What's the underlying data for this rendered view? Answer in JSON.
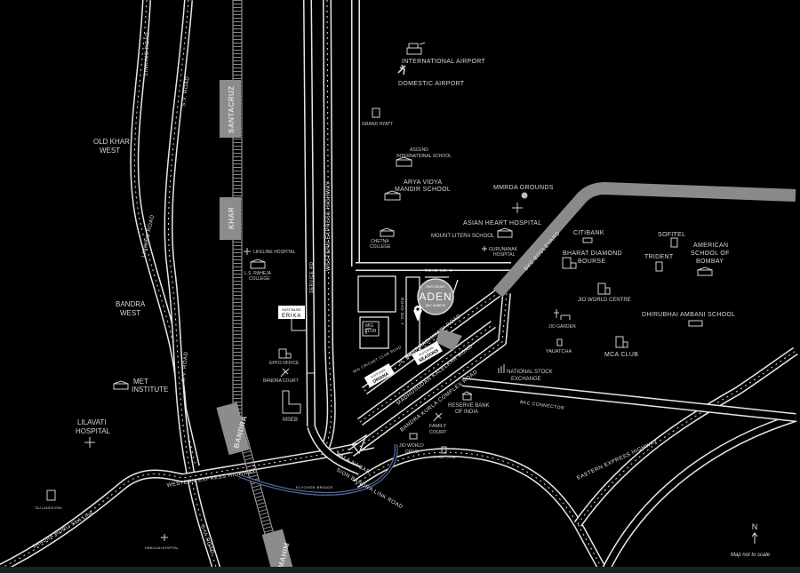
{
  "colors": {
    "background": "#000000",
    "road": "#e6e6e6",
    "boulevard": "#8a8a8a",
    "flyover": "#5a6a9a",
    "station": "#8c8c8c"
  },
  "stations": {
    "santacruz": "SANTACRUZ",
    "khar": "KHAR",
    "bandra": "BANDRA",
    "mahim": "MAHIM"
  },
  "roads": {
    "linking": "LINKING ROAD",
    "sv_road": "S.V. ROAD",
    "sv_road_2": "S.V. ROAD",
    "weh_vertical": "WESTERN EXPRESS HIGHWAY",
    "weh_horizontal": "WESTERN EXPRESS HIGHWAY",
    "service_rd": "SERVICE RD",
    "sea_link": "BANDRA WORLI SEA LINK",
    "bkc_boulevard": "BKC BOULEVARD",
    "road_no_9": "ROAD NO. 9",
    "road_no_7": "ROAD NO. 7",
    "dharmadhikari": "N. DHARMADHIKARI ROAD",
    "kalelkar": "MADHUSUDAN KALELKAR ROAD",
    "bkc_road": "BANDRA KURLA COMPLEX ROAD",
    "sion_link": "SION BANDRA LINK ROAD",
    "eastern_express": "EASTERN EXPRESS HIGHWAY",
    "bkc_connector": "BKC CONNECTOR",
    "cricket_club": "MIG CRICKET CLUB ROAD",
    "flyover": "FLYOVER BRIDGE",
    "kala_nagar": "KALA NAGAR"
  },
  "places": {
    "intl_airport": "INTERNATIONAL AIRPORT",
    "dom_airport": "DOMESTIC AIRPORT",
    "grand_hyatt": "GRAND HYATT",
    "ascend_1": "ASCEND",
    "ascend_2": "INTERNATIONAL SCHOOL",
    "arya_1": "ARYA VIDYA",
    "arya_2": "MANDIR SCHOOL",
    "mmrda": "MMRDA GROUNDS",
    "asian_heart": "ASIAN HEART HOSPITAL",
    "mount_litera": "MOUNT LITERA SCHOOL",
    "chetna_1": "CHETNA",
    "chetna_2": "COLLEGE",
    "gurunanak_1": "GURUNANAK",
    "gurunanak_2": "HOSPITAL",
    "citibank": "CITIBANK",
    "bdb_1": "BHARAT DIAMOND",
    "bdb_2": "BOURSE",
    "sofitel": "SOFITEL",
    "trident": "TRIDENT",
    "asb_1": "AMERICAN",
    "asb_2": "SCHOOL OF",
    "asb_3": "BOMBAY",
    "jio_centre": "JIO WORLD CENTRE",
    "dhirubhai": "DHIRUBHAI AMBANI SCHOOL",
    "jio_garden": "JIO GARDEN",
    "yauatcha": "YAUATCHA",
    "mca_club": "MCA CLUB",
    "nse_1": "NATIONAL STOCK",
    "nse_2": "EXCHANGE",
    "rbi_1": "RESERVE BANK",
    "rbi_2": "OF INDIA",
    "family_1": "FAMILY",
    "family_2": "COURT",
    "jio_drive_1": "JIO WORLD",
    "jio_drive_2": "DRIVE",
    "bay_club": "THE BAY CLUB",
    "mig_1": "MIG",
    "mig_2": "CLUB",
    "lifeline": "LIFELINE HOSPITAL",
    "raheja_1": "L.S. RAHEJA",
    "raheja_2": "COLLEGE",
    "epfo": "EPFO OFFICE",
    "bandra_court": "BANDRA COURT",
    "mseb": "MSEB",
    "old_khar_1": "OLD KHAR",
    "old_khar_2": "WEST",
    "bandra_west_1": "BANDRA",
    "bandra_west_2": "WEST",
    "met_1": "MET",
    "met_2": "INSTITUTE",
    "lilavati_1": "LILAVATI",
    "lilavati_2": "HOSPITAL",
    "taj": "TAJ LANDS END",
    "hinduja": "HINDUJA HOSPITAL"
  },
  "projects": {
    "aden_brand": "RUSTOMJEE",
    "aden": "ADEN",
    "aden_sub": "BKC ANNEXE",
    "erika_brand": "RUSTOMJEE",
    "erika": "ERIKA",
    "oriana_brand": "RUSTOMJEE",
    "oriana": "ORIANA",
    "seasons_brand": "RUSTOMJEE",
    "seasons": "SEASONS"
  },
  "legend": {
    "north": "N",
    "scale_note": "Map not to scale"
  }
}
